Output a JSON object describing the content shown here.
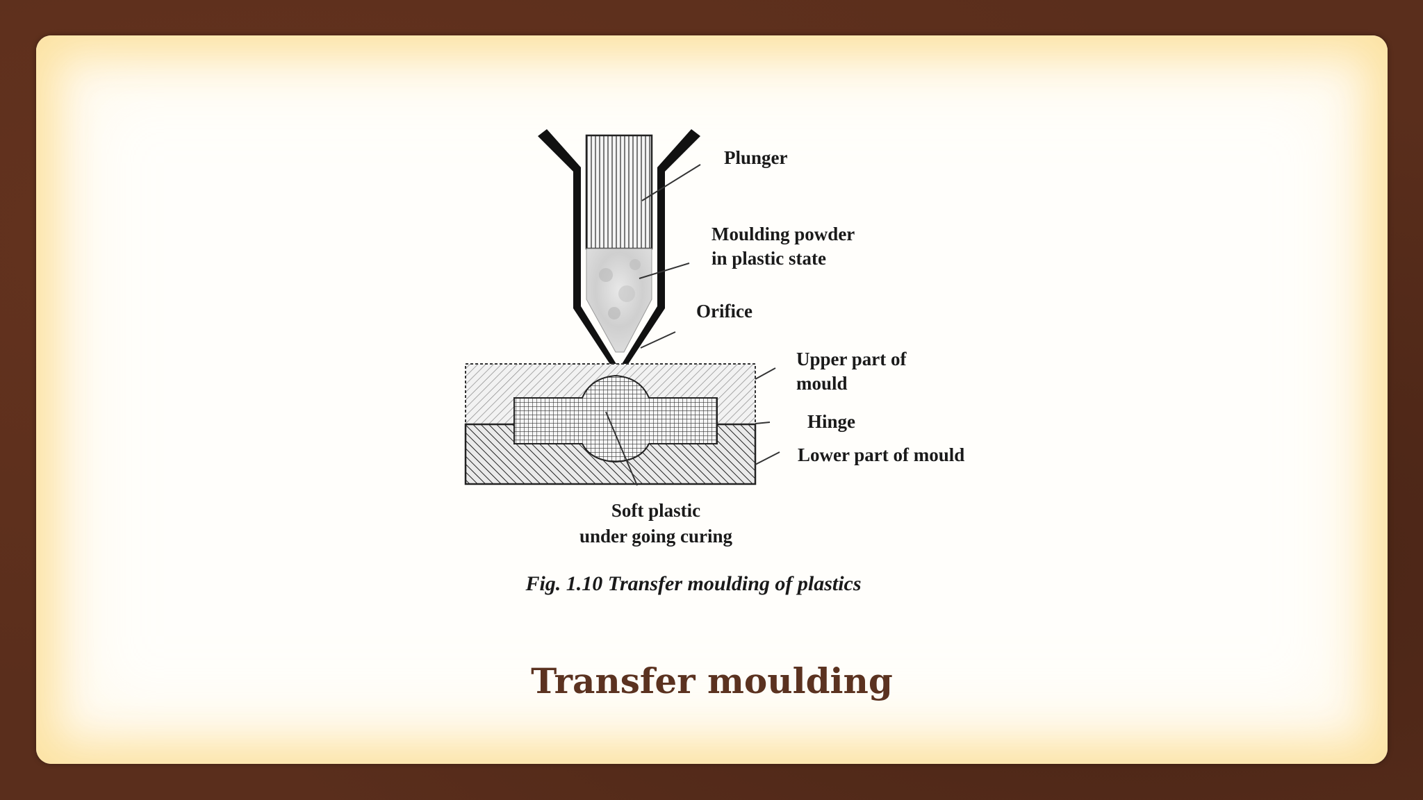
{
  "diagram": {
    "labels": {
      "plunger": "Plunger",
      "powder_line1": "Moulding powder",
      "powder_line2": "in plastic state",
      "orifice": "Orifice",
      "upper_line1": "Upper part of",
      "upper_line2": "mould",
      "hinge": "Hinge",
      "lower": "Lower part of mould",
      "soft_line1": "Soft plastic",
      "soft_line2": "under going curing"
    },
    "caption": "Fig. 1.10 Transfer moulding of plastics"
  },
  "slide": {
    "title": "Transfer moulding"
  }
}
